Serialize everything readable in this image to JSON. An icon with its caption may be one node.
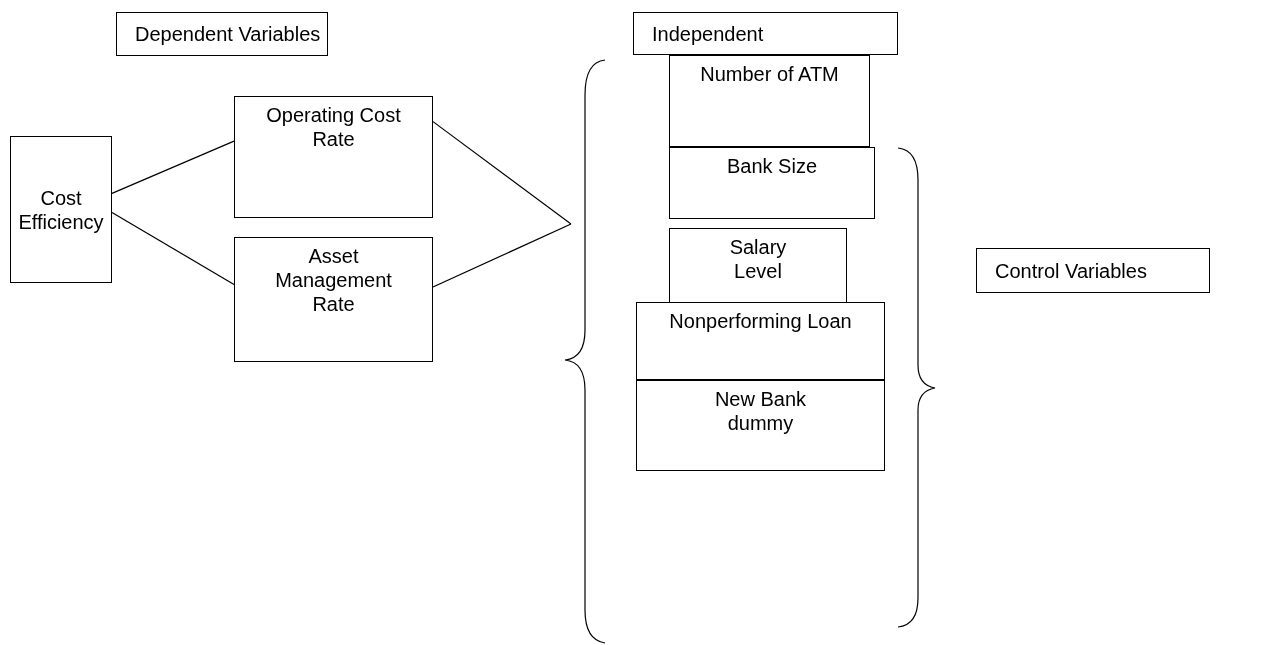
{
  "diagram": {
    "nodes": [
      {
        "text": [
          "Dependent Variables"
        ]
      },
      {
        "text": [
          "Cost Efficiency"
        ]
      },
      {
        "text": [
          "Operating Cost Rate"
        ]
      },
      {
        "text": [
          "Asset Management Rate"
        ]
      },
      {
        "text": [
          "Independent"
        ]
      },
      {
        "text": [
          "Number of ATM"
        ]
      },
      {
        "text": [
          "Bank Size"
        ]
      },
      {
        "text": [
          "Salary Level"
        ]
      },
      {
        "text": [
          "Nonperforming Loan"
        ]
      },
      {
        "text": [
          "New Bank dummy"
        ]
      },
      {
        "text": [
          "Control Variables"
        ]
      }
    ],
    "edges": [
      {
        "from": 1,
        "to": 2,
        "arrow": "none"
      },
      {
        "from": 1,
        "to": 3,
        "arrow": "none"
      },
      {
        "from": 2,
        "to": null,
        "arrow": "none"
      },
      {
        "from": 3,
        "to": null,
        "arrow": "none"
      }
    ]
  }
}
